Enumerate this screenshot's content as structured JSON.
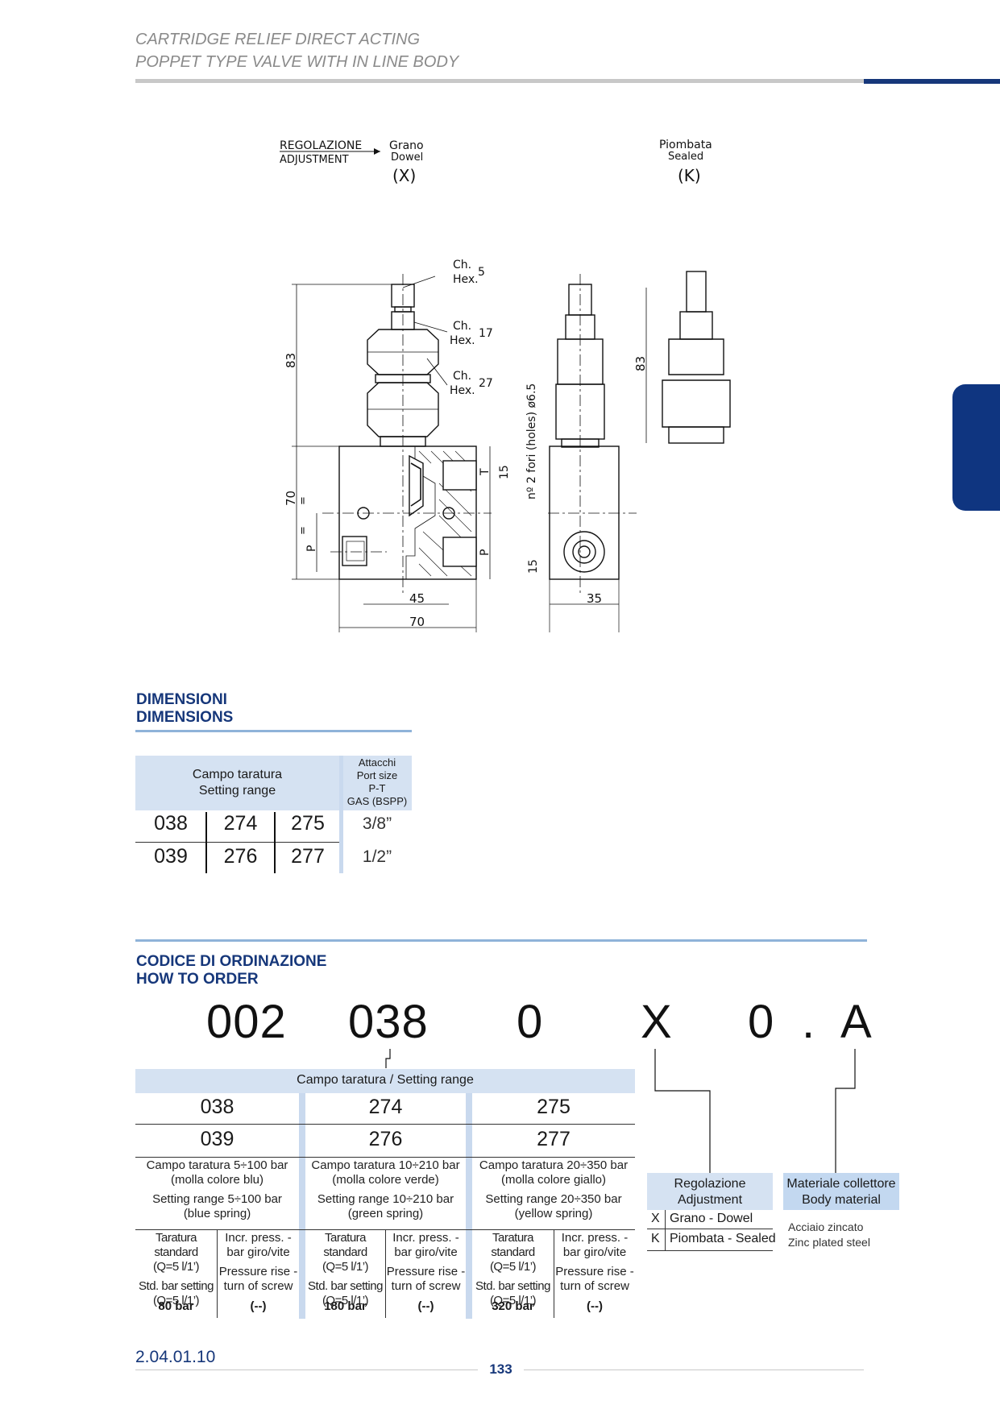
{
  "header": {
    "line1": "CARTRIDGE RELIEF DIRECT ACTING",
    "line2": "POPPET TYPE VALVE WITH IN LINE BODY"
  },
  "drawing": {
    "adjust_it": "REGOLAZIONE",
    "adjust_en": "ADJUSTMENT",
    "dowel_it": "Grano",
    "dowel_en": "Dowel",
    "dowel_code": "(X)",
    "sealed_it": "Piombata",
    "sealed_en": "Sealed",
    "sealed_code": "(K)",
    "hex5_ch": "Ch.",
    "hex5_hex": "Hex.",
    "hex5_val": "5",
    "hex17_ch": "Ch.",
    "hex17_hex": "Hex.",
    "hex17_val": "17",
    "hex27_ch": "Ch.",
    "hex27_hex": "Hex.",
    "hex27_val": "27",
    "dim_83_left": "83",
    "dim_83_right": "83",
    "dim_70_h": "70",
    "dim_15_top": "15",
    "dim_15_bot": "15",
    "dim_45": "45",
    "dim_70_w": "70",
    "dim_35": "35",
    "port_T": "T",
    "port_P": "P",
    "port_P_left": "P",
    "holes_note": "nº 2 fori (holes) ø6.5",
    "eq": "="
  },
  "dimensions": {
    "title_it": "DIMENSIONI",
    "title_en": "DIMENSIONS",
    "head_range_it": "Campo taratura",
    "head_range_en": "Setting range",
    "head_port_1": "Attacchi",
    "head_port_2": "Port size",
    "head_port_3": "P-T",
    "head_port_4": "GAS (BSPP)",
    "rows": [
      {
        "a": "038",
        "b": "274",
        "c": "275",
        "port": "3/8”"
      },
      {
        "a": "039",
        "b": "276",
        "c": "277",
        "port": "1/2”"
      }
    ]
  },
  "order": {
    "title_it": "CODICE DI ORDINAZIONE",
    "title_en": "HOW TO ORDER",
    "code": {
      "p1": "002",
      "p2": "038",
      "p3": "0",
      "p4": "X",
      "p5": "0",
      "dot": ".",
      "p6": "A"
    },
    "range_header": "Campo taratura / Setting range",
    "row1": [
      "038",
      "274",
      "275"
    ],
    "row2": [
      "039",
      "276",
      "277"
    ],
    "desc": [
      {
        "it1": "Campo taratura 5÷100 bar",
        "it2": "(molla colore blu)",
        "en1": "Setting range 5÷100 bar",
        "en2": "(blue spring)"
      },
      {
        "it1": "Campo taratura 10÷210 bar",
        "it2": "(molla colore verde)",
        "en1": "Setting range 10÷210 bar",
        "en2": "(green spring)"
      },
      {
        "it1": "Campo taratura 20÷350 bar",
        "it2": "(molla colore giallo)",
        "en1": "Setting range 20÷350 bar",
        "en2": "(yellow spring)"
      }
    ],
    "std_it1": "Taratura standard",
    "std_it2": "(Q=5 l/1’)",
    "std_en1": "Std. bar setting",
    "std_en2": "(Q=5 l/1’)",
    "incr_it1": "Incr. press. -",
    "incr_it2": "bar giro/vite",
    "incr_en1": "Pressure rise -",
    "incr_en2": "turn of screw",
    "std_values": [
      "80 bar",
      "180 bar",
      "320 bar"
    ],
    "incr_values": [
      "(--)",
      "(--)",
      "(--)"
    ],
    "adjust_title_it": "Regolazione",
    "adjust_title_en": "Adjustment",
    "adjust_options": [
      {
        "code": "X",
        "label": "Grano - Dowel"
      },
      {
        "code": "K",
        "label": "Piombata - Sealed"
      }
    ],
    "material_title_it": "Materiale collettore",
    "material_title_en": "Body material",
    "material_it": "Acciaio  zincato",
    "material_en": "Zinc plated steel"
  },
  "footer": {
    "code": "2.04.01.10",
    "page": "133"
  },
  "colors": {
    "accent": "#16377a",
    "side_tab": "#0f3580",
    "table_fill": "#d5e2f2",
    "header_text": "#8a8a8a"
  }
}
